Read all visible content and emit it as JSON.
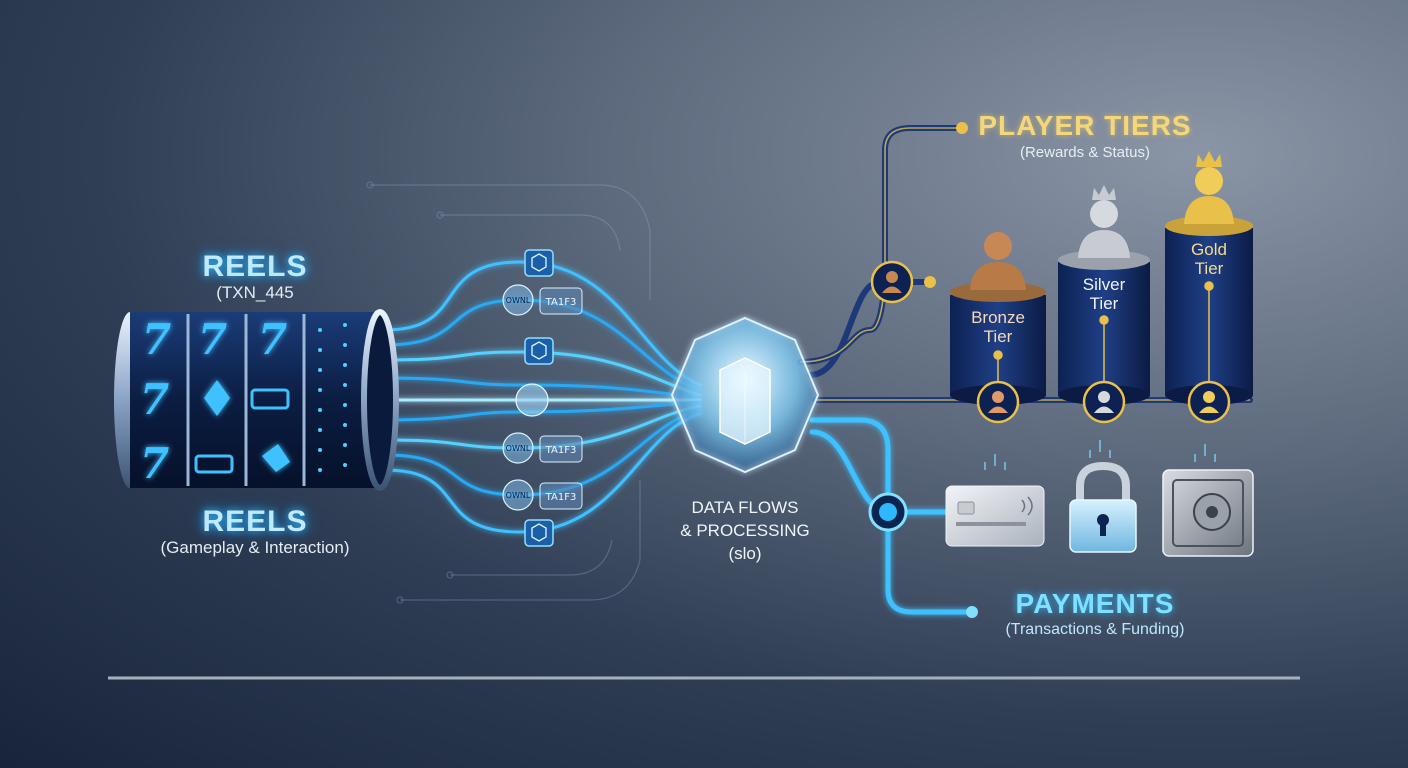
{
  "reels": {
    "title": "REELS",
    "id_label": "(TXN_445",
    "title_2": "REELS",
    "subtitle": "(Gameplay & Interaction)"
  },
  "flow": {
    "line1": "DATA FLOWS",
    "line2": "& PROCESSING",
    "line3": "(slo)",
    "chip_labels": [
      "TA1F3",
      "TA1F3",
      "TA1F3"
    ],
    "orb_labels": [
      "OWNL",
      "OWNL",
      "OWNL"
    ]
  },
  "tiers": {
    "title": "PLAYER TIERS",
    "subtitle": "(Rewards & Status)",
    "bronze": [
      "Bronze",
      "Tier"
    ],
    "silver": [
      "Silver",
      "Tier"
    ],
    "gold": [
      "Gold",
      "Tier"
    ]
  },
  "payments": {
    "title": "PAYMENTS",
    "subtitle": "(Transactions & Funding)"
  },
  "colors": {
    "cyan": "#2fb8ff",
    "navy": "#152c5e",
    "gold": "#e8c04a",
    "bronze": "#b87a47",
    "silver": "#c8ccd2"
  }
}
